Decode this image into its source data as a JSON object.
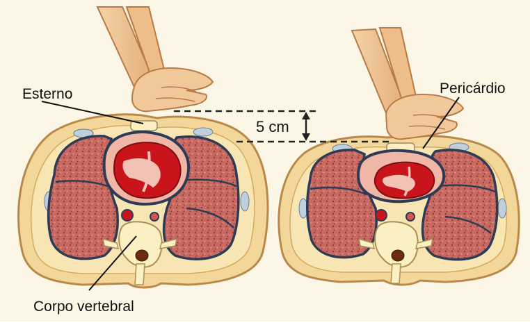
{
  "labels": {
    "esterno": "Esterno",
    "pericardio": "Pericárdio",
    "corpo_vertebral": "Corpo vertebral",
    "compression_depth": "5 cm"
  },
  "panels": {
    "left": "relaxed-chest-cross-section",
    "right": "compressed-chest-cross-section"
  },
  "icons": {
    "hand_left": "hand-icon",
    "hand_right": "hand-icon",
    "depth_arrow": "double-arrow-icon"
  },
  "colors": {
    "background": "#fbf6e6",
    "skin": "#f3d79a",
    "fat": "#f7e6b4",
    "lung": "#c86a62",
    "heart_muscle": "#c9141b",
    "pericardium": "#f0b7a6",
    "outline": "#2e3b55",
    "bone": "#fbefc4"
  }
}
